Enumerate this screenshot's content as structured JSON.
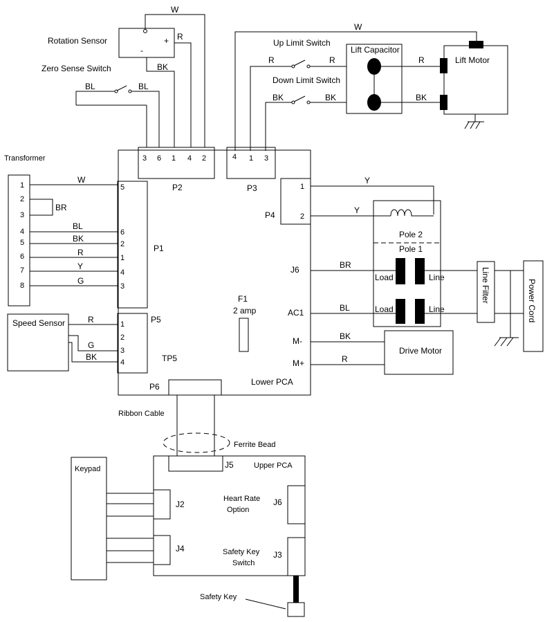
{
  "rotation_sensor": {
    "label": "Rotation Sensor",
    "plus": "+",
    "minus": "-"
  },
  "zero_sense_switch": {
    "label": "Zero Sense Switch"
  },
  "up_limit_switch": {
    "label": "Up Limit Switch"
  },
  "down_limit_switch": {
    "label": "Down Limit Switch"
  },
  "lift_capacitor": {
    "label": "Lift Capacitor"
  },
  "lift_motor": {
    "label": "Lift Motor"
  },
  "transformer": {
    "label": "Transformer",
    "pins": [
      "1",
      "2",
      "3",
      "4",
      "5",
      "6",
      "7",
      "8"
    ]
  },
  "speed_sensor": {
    "label": "Speed Sensor"
  },
  "lower_pca": {
    "label": "Lower PCA"
  },
  "fuse": {
    "label": "F1",
    "rating": "2 amp"
  },
  "connectors": {
    "p1": {
      "label": "P1",
      "pins": [
        "5",
        "6",
        "2",
        "1",
        "4",
        "3"
      ]
    },
    "p2": {
      "label": "P2",
      "pins": [
        "3",
        "6",
        "1",
        "4",
        "2"
      ]
    },
    "p3": {
      "label": "P3",
      "pins": [
        "4",
        "1",
        "3"
      ]
    },
    "p4": {
      "label": "P4",
      "pins": [
        "1",
        "2"
      ]
    },
    "p5": {
      "label": "P5",
      "pins": [
        "1",
        "2",
        "3",
        "4"
      ]
    },
    "tp5": {
      "label": "TP5"
    },
    "p6": {
      "label": "P6"
    },
    "j6_lower": {
      "label": "J6"
    },
    "ac1": {
      "label": "AC1"
    },
    "m_minus": {
      "label": "M-"
    },
    "m_plus": {
      "label": "M+"
    }
  },
  "relay": {
    "pole2": "Pole 2",
    "pole1": "Pole 1",
    "load": "Load",
    "line": "Line"
  },
  "line_filter": {
    "label": "Line Filter"
  },
  "power_cord": {
    "label": "Power Cord"
  },
  "drive_motor": {
    "label": "Drive Motor"
  },
  "ribbon_cable": {
    "label": "Ribbon Cable"
  },
  "ferrite_bead": {
    "label": "Ferrite Bead"
  },
  "upper_pca": {
    "label": "Upper PCA",
    "j5": "J5",
    "j2": "J2",
    "j4": "J4",
    "j6": "J6",
    "j3": "J3",
    "heart_rate_1": "Heart Rate",
    "heart_rate_2": "Option",
    "safety_key_switch_1": "Safety Key",
    "safety_key_switch_2": "Switch"
  },
  "keypad": {
    "label": "Keypad"
  },
  "safety_key": {
    "label": "Safety Key"
  },
  "wire_colors": {
    "w": "W",
    "r": "R",
    "bk": "BK",
    "bl": "BL",
    "br": "BR",
    "y": "Y",
    "g": "G"
  }
}
